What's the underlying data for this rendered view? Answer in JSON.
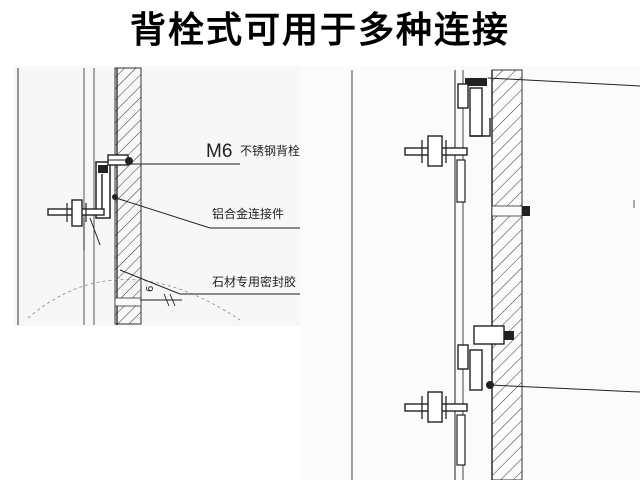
{
  "title": "背栓式可用于多种连接",
  "left_drawing": {
    "labels": {
      "bolt_size": "M6",
      "bolt": "不锈钢背栓",
      "connector": "铝合金连接件",
      "sealant": "石材专用密封胶",
      "gap_dim": "6"
    }
  }
}
